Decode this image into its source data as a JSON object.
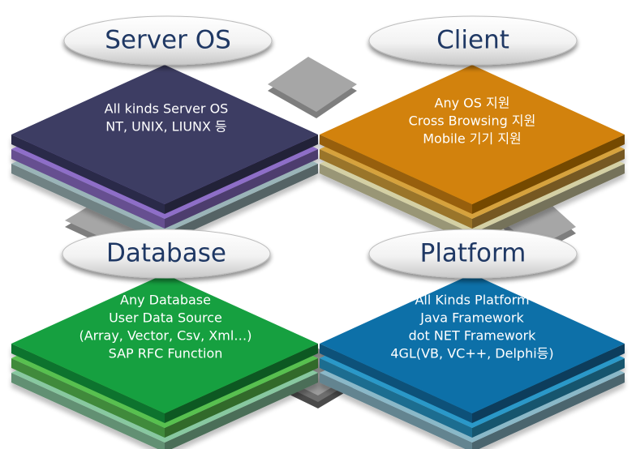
{
  "quadrants": [
    {
      "key": "server-os",
      "title": "Server OS",
      "lines": [
        "All kinds Server OS",
        "NT, UNIX, LIUNX 등"
      ]
    },
    {
      "key": "client",
      "title": "Client",
      "lines": [
        "Any OS 지원",
        "Cross Browsing 지원",
        "Mobile 기기 지원"
      ]
    },
    {
      "key": "database",
      "title": "Database",
      "lines": [
        "Any Database",
        "User Data Source",
        "(Array, Vector, Csv, Xml…)",
        "SAP RFC Function"
      ]
    },
    {
      "key": "platform",
      "title": "Platform",
      "lines": [
        "All Kinds Platform",
        "Java Framework",
        "dot NET Framework",
        "4GL(VB, VC++, Delphi등)"
      ]
    }
  ],
  "colors": {
    "server_os": [
      "#3c3c64",
      "#8e6ec8",
      "#9ab4b8"
    ],
    "client": [
      "#d2820a",
      "#d6a23c",
      "#d4d0a4"
    ],
    "database": [
      "#18a040",
      "#58c050",
      "#88c8a0"
    ],
    "platform": [
      "#1070a8",
      "#2a98c8",
      "#8ab8c8"
    ],
    "connector": "#9a9a9a",
    "title_text": "#1f3864"
  }
}
